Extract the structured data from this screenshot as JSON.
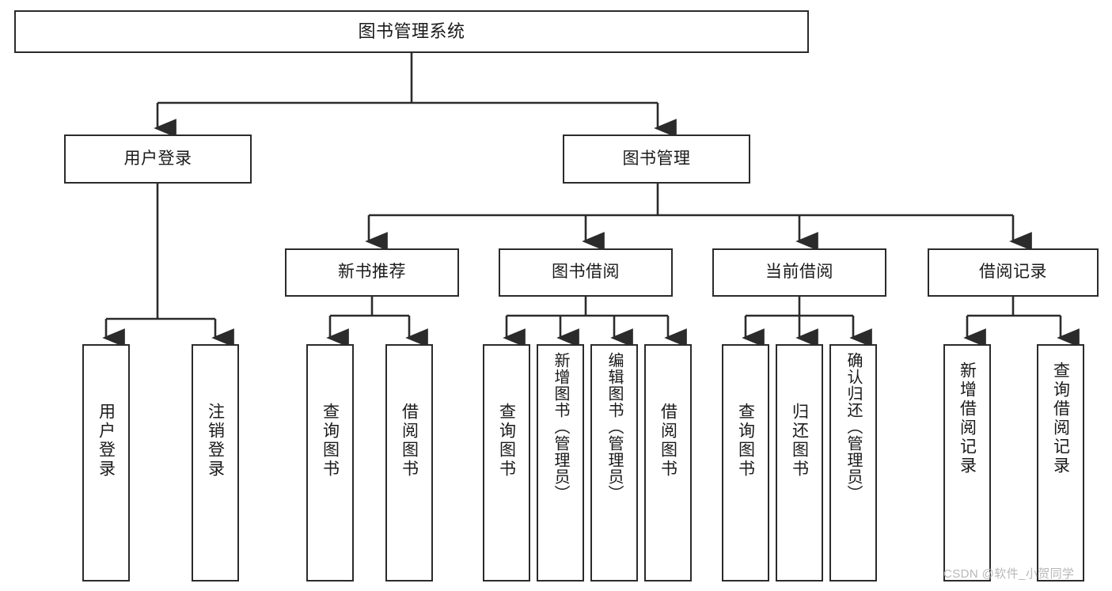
{
  "diagram": {
    "type": "tree",
    "title": "图书管理系统",
    "orientation": "top-down",
    "colors": {
      "box_border": "#2b2b2b",
      "box_fill": "#ffffff",
      "connector": "#2b2b2b",
      "text": "#1a1a1a",
      "watermark": "#b8b8b8"
    },
    "root": {
      "label": "图书管理系统"
    },
    "level2": [
      {
        "label": "用户登录"
      },
      {
        "label": "图书管理"
      }
    ],
    "level3": [
      {
        "label": "新书推荐"
      },
      {
        "label": "图书借阅"
      },
      {
        "label": "当前借阅"
      },
      {
        "label": "借阅记录"
      }
    ],
    "leaves": {
      "user_login": [
        {
          "label": "用户登录"
        },
        {
          "label": "注销登录"
        }
      ],
      "new_book_recommend": [
        {
          "label": "查询图书"
        },
        {
          "label": "借阅图书"
        }
      ],
      "book_borrow": [
        {
          "label": "查询图书"
        },
        {
          "label": "新增图书（管理员）"
        },
        {
          "label": "编辑图书（管理员）"
        },
        {
          "label": "借阅图书"
        }
      ],
      "current_borrow": [
        {
          "label": "查询图书"
        },
        {
          "label": "归还图书"
        },
        {
          "label": "确认归还（管理员）"
        }
      ],
      "borrow_record": [
        {
          "label": "新增借阅记录"
        },
        {
          "label": "查询借阅记录"
        }
      ]
    }
  },
  "watermark": {
    "text": "CSDN @软件_小贺同学"
  }
}
